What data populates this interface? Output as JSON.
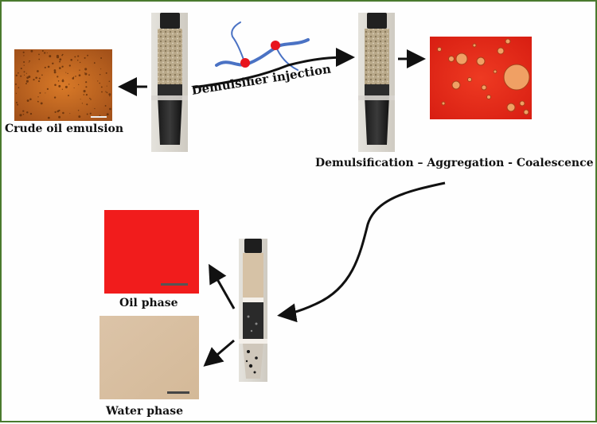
{
  "labels": {
    "crude": "Crude oil emulsion",
    "injection": "Demulsifier injection",
    "process": "Demulsification – Aggregation - Coalescence",
    "oil": "Oil phase",
    "water": "Water phase"
  },
  "colors": {
    "border": "#4a7a2e",
    "crude_micrograph": "#c6661c",
    "coalescence_micrograph": "#e52a18",
    "oil_micrograph": "#f11c1c",
    "water_micrograph": "#d8bfa1",
    "demulsifier_chain": "#4a72c4",
    "demulsifier_head": "#e8141c"
  },
  "icons": [
    "vial-icon",
    "arrow-icon",
    "demulsifier-molecule-icon",
    "scale-bar-icon"
  ]
}
